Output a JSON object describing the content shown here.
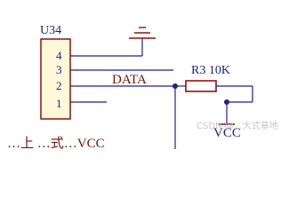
{
  "schematic": {
    "component": {
      "ref": "U34",
      "pins": [
        "4",
        "3",
        "2",
        "1"
      ]
    },
    "nets": {
      "data": "DATA",
      "resistor": "R3 10K",
      "vcc": "VCC",
      "bottom_cut_text": "…上 …式…VCC"
    },
    "watermark": "CSDN @…大式基地",
    "colors": {
      "wire": "#1f1f8f",
      "part": "#8f1010",
      "body": "#fff8d8",
      "label": "#1f1f8f",
      "net": "#7a1010",
      "watermark": "#c7c7c7"
    }
  }
}
